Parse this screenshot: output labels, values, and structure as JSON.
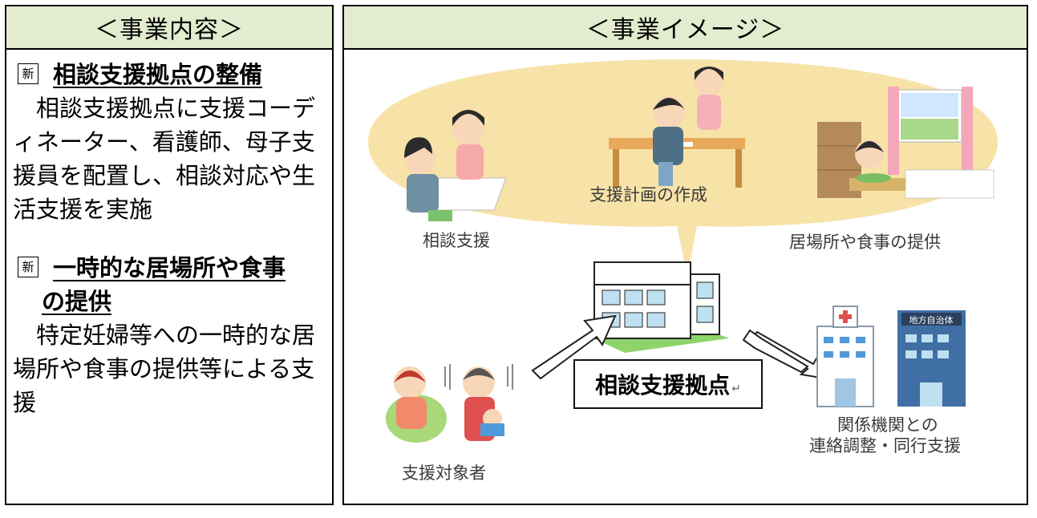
{
  "left": {
    "header": "＜事業内容＞",
    "sections": [
      {
        "mark": "新",
        "title": "相談支援拠点の整備",
        "title_cont": "",
        "body": "相談支援拠点に支援コーディネーター、看護師、母子支援員を配置し、相談対応や生活支援を実施"
      },
      {
        "mark": "新",
        "title": "一時的な居場所や食事",
        "title_cont": "の提供",
        "body": "特定妊婦等への一時的な居場所や食事の提供等による支援"
      }
    ]
  },
  "right": {
    "header": "＜事業イメージ＞",
    "labels": {
      "consult": "相談支援",
      "plan": "支援計画の作成",
      "place": "居場所や食事の提供",
      "center": "相談支援拠点",
      "relations_1": "関係機関との",
      "relations_2": "連絡調整・同行支援",
      "target": "支援対象者",
      "gov_sign": "地方自治体"
    },
    "colors": {
      "bubble": "#f7e3a8",
      "header_bg": "#e3eccf",
      "building": "#bfe0f0",
      "lawn": "#8fd46a"
    }
  }
}
